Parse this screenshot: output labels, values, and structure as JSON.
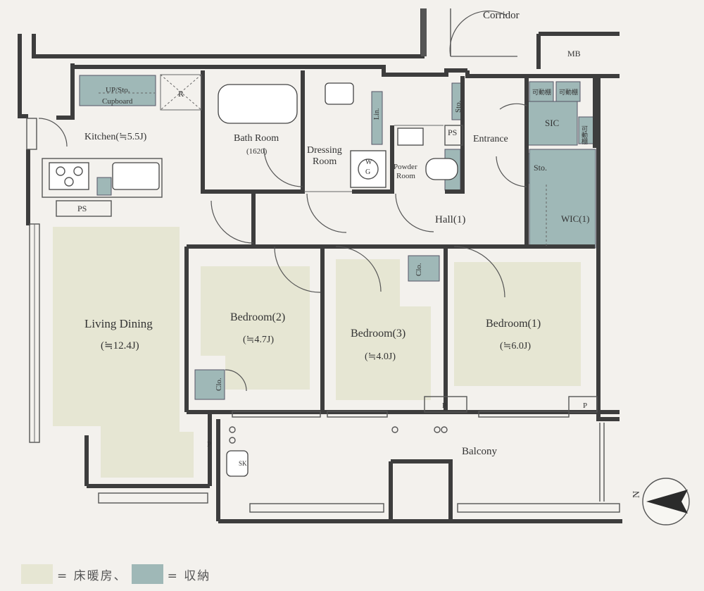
{
  "rooms": {
    "corridor": "Corridor",
    "mb": "MB",
    "kitchen": "Kitchen(≒5.5J)",
    "upsto": "UP/Sto.",
    "cupboard": "Cupboard",
    "r": "R",
    "bath": "Bath Room",
    "bath_size": "(1620)",
    "dressing1": "Dressing",
    "dressing2": "Room",
    "lin": "Lin.",
    "ps1": "PS",
    "ps2": "PS",
    "powder1": "Powder",
    "powder2": "Room",
    "sto1": "Sto.",
    "sto2": "Sto.",
    "entrance": "Entrance",
    "sic": "SIC",
    "kadou1": "可動棚",
    "kadou2": "可動棚",
    "kadou3": "可動棚",
    "wic": "WIC(1)",
    "hall": "Hall(1)",
    "living1": "Living Dining",
    "living2": "(≒12.4J)",
    "bed2": "Bedroom(2)",
    "bed2_size": "(≒4.7J)",
    "bed3": "Bedroom(3)",
    "bed3_size": "(≒4.0J)",
    "bed1": "Bedroom(1)",
    "bed1_size": "(≒6.0J)",
    "clo1": "Clo.",
    "clo2": "Clo.",
    "p1": "P",
    "p2": "P",
    "p3": "P",
    "balcony": "Balcony",
    "sk": "SK",
    "w": "W",
    "g": "G"
  },
  "compass": {
    "north": "N"
  },
  "legend": {
    "floor_heating": "= 床暖房、",
    "storage": "= 収納",
    "floor_heating_color": "#e6e6d3",
    "storage_color": "#9fb8b7"
  },
  "colors": {
    "floor_heating": "#e6e6d3",
    "storage": "#9fb8b7",
    "wall": "#3d3d3d",
    "background": "#f3f1ed"
  }
}
